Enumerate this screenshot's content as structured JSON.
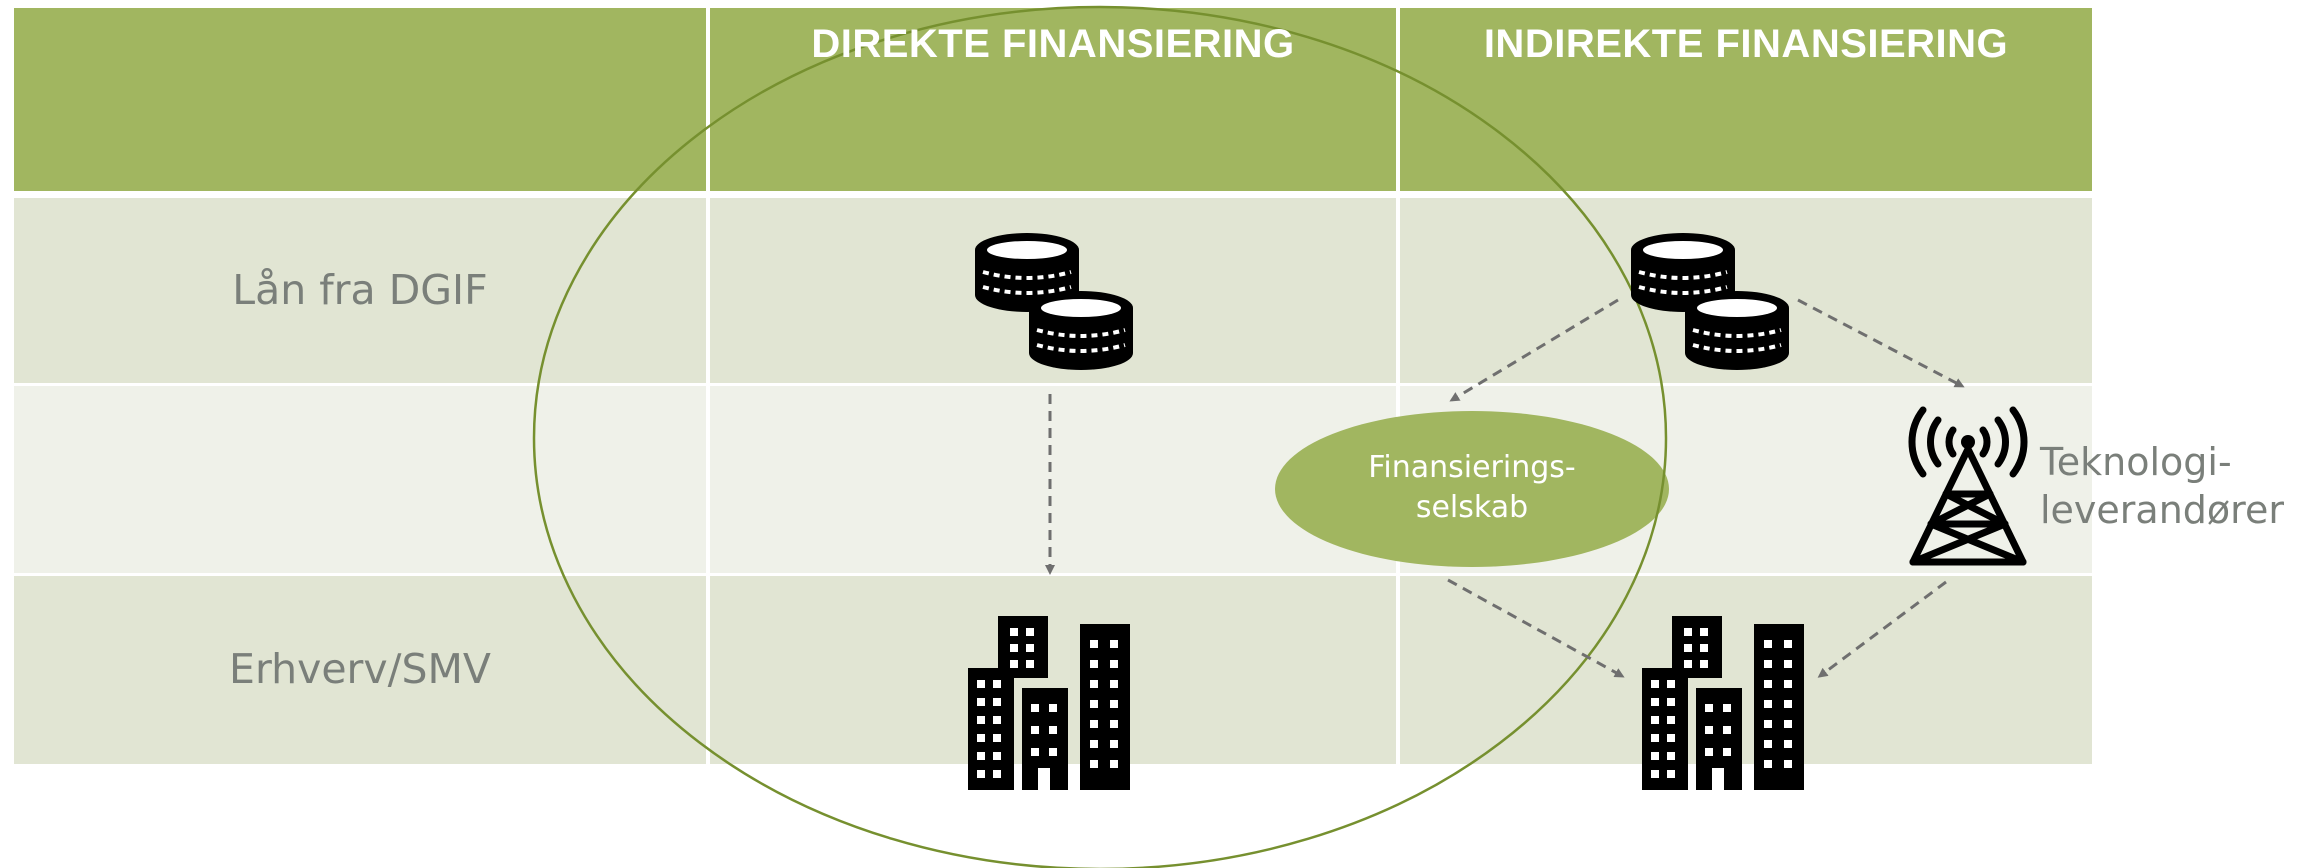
{
  "header": {
    "direct_title": "DIREKTE FINANSIERING",
    "indirect_title": "INDIREKTE FINANSIERING"
  },
  "rows": {
    "loan_label": "Lån fra DGIF",
    "business_label": "Erhverv/SMV"
  },
  "finance_company": {
    "line1": "Finansierings-",
    "line2": "selskab"
  },
  "tech_provider": {
    "line1": "Teknologi-",
    "line2": "leverandører"
  },
  "icons": {
    "coins": "coins-icon",
    "buildings": "buildings-icon",
    "tower": "radio-tower-icon"
  },
  "colors": {
    "header_green": "#a1b660",
    "row_light": "#e1e5d3",
    "row_lighter": "#eff1e9",
    "outline_green": "#76902f",
    "icon_black": "#000000",
    "label_gray": "#7a7f7a"
  }
}
